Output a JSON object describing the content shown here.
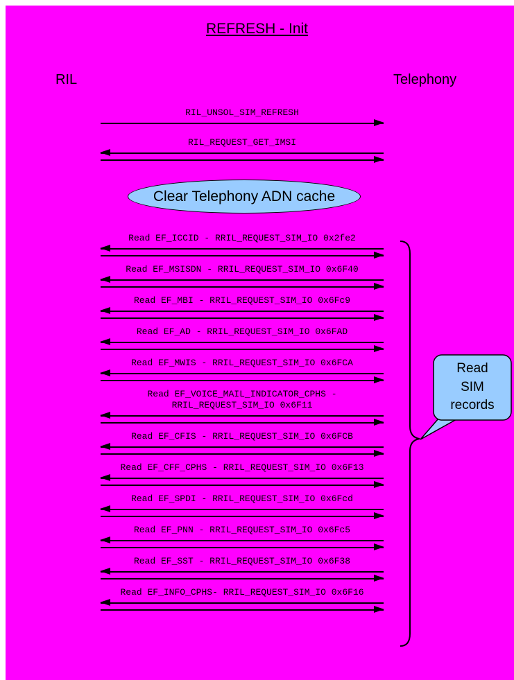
{
  "colors": {
    "background": "#FF00FF",
    "note_fill": "#99CCFF",
    "line": "#000000",
    "text": "#000000"
  },
  "title": "REFRESH - Init",
  "actors": {
    "left": "RIL",
    "right": "Telephony"
  },
  "messages": [
    {
      "label": "RIL_UNSOL_SIM_REFRESH",
      "direction": "right"
    },
    {
      "label": "RIL_REQUEST_GET_IMSI",
      "direction": "both"
    }
  ],
  "note": {
    "label": "Clear Telephony ADN cache"
  },
  "reads": [
    {
      "label": "Read EF_ICCID - RRIL_REQUEST_SIM_IO 0x2fe2"
    },
    {
      "label": "Read EF_MSISDN - RRIL_REQUEST_SIM_IO 0x6F40"
    },
    {
      "label": "Read EF_MBI - RRIL_REQUEST_SIM_IO 0x6Fc9"
    },
    {
      "label": "Read EF_AD - RRIL_REQUEST_SIM_IO 0x6FAD"
    },
    {
      "label": "Read EF_MWIS - RRIL_REQUEST_SIM_IO 0x6FCA"
    },
    {
      "label": "Read EF_VOICE_MAIL_INDICATOR_CPHS - RRIL_REQUEST_SIM_IO 0x6F11"
    },
    {
      "label": "Read EF_CFIS - RRIL_REQUEST_SIM_IO 0x6FCB"
    },
    {
      "label": "Read EF_CFF_CPHS - RRIL_REQUEST_SIM_IO 0x6F13"
    },
    {
      "label": "Read EF_SPDI - RRIL_REQUEST_SIM_IO 0x6Fcd"
    },
    {
      "label": "Read EF_PNN - RRIL_REQUEST_SIM_IO 0x6Fc5"
    },
    {
      "label": "Read EF_SST - RRIL_REQUEST_SIM_IO 0x6F38"
    },
    {
      "label": "Read EF_INFO_CPHS- RRIL_REQUEST_SIM_IO 0x6F16"
    }
  ],
  "callout": {
    "label": "Read SIM records"
  }
}
